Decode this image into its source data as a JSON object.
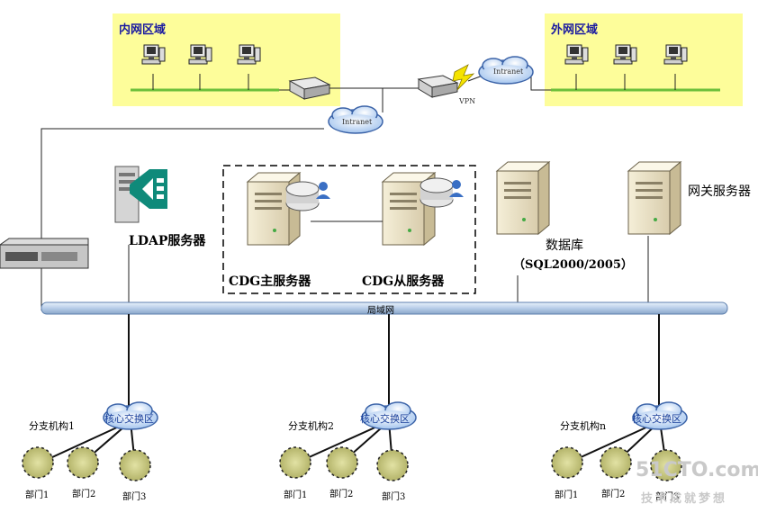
{
  "zones": {
    "inner": {
      "title": "内网区域"
    },
    "outer": {
      "title": "外网区域"
    }
  },
  "clouds": {
    "intranet_left": "Intranet",
    "intranet_right": "Intranet"
  },
  "vpn_label": "VPN",
  "servers": {
    "ldap": "LDAP服务器",
    "cdg_master": "CDG主服务器",
    "cdg_slave": "CDG从服务器",
    "database": "数据库",
    "database_version": "（SQL2000/2005）",
    "gateway": "网关服务器"
  },
  "lan_label": "局域网",
  "branches": [
    {
      "name": "分支机构1",
      "switch": "核心交换区",
      "depts": [
        "部门1",
        "部门2",
        "部门3"
      ]
    },
    {
      "name": "分支机构2",
      "switch": "核心交换区",
      "depts": [
        "部门1",
        "部门2",
        "部门3"
      ]
    },
    {
      "name": "分支机构n",
      "switch": "核心交换区",
      "depts": [
        "部门1",
        "部门2",
        "部门3"
      ]
    }
  ],
  "watermark": {
    "site": "51CTO.com",
    "slogan": "技术成就梦想"
  },
  "colors": {
    "zone_fill": "#fdfd9a",
    "zone_title": "#1a1aa0",
    "green_line": "#6cbf3a",
    "lan_bar": "#c7d9ee",
    "dept_fill": "#c8c878"
  }
}
